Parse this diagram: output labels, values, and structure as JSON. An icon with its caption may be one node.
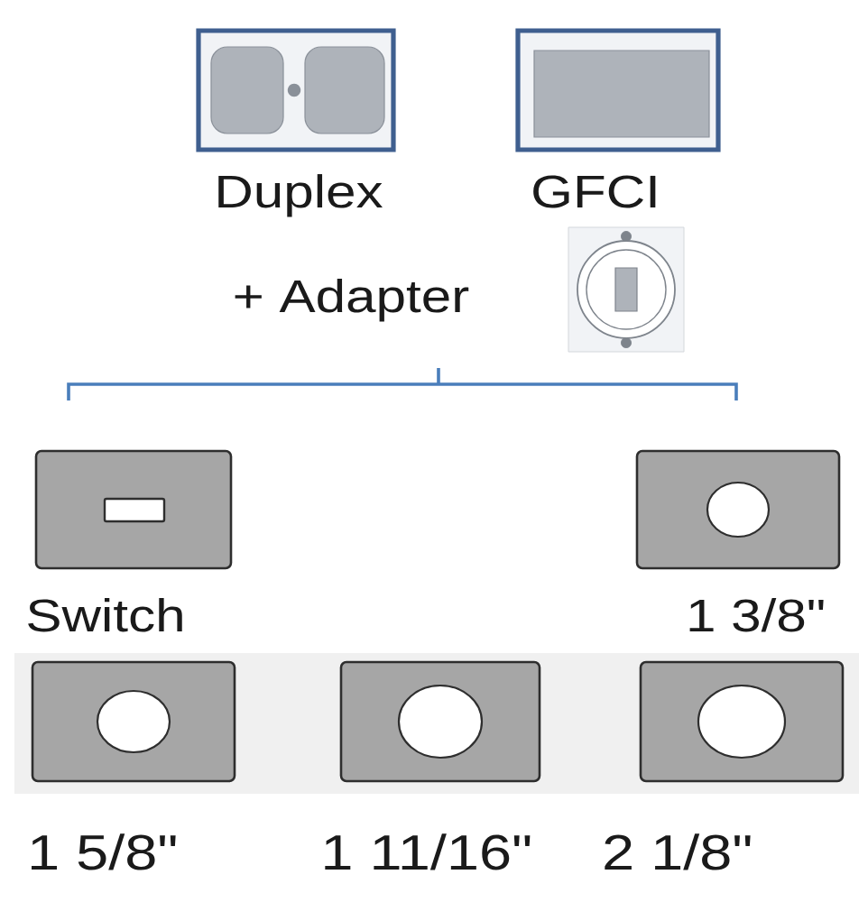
{
  "diagram": {
    "nodes": [
      {
        "text": [
          "Duplex"
        ]
      },
      {
        "text": [
          "GFCI"
        ]
      },
      {
        "text": [
          "+ Adapter"
        ]
      },
      {
        "text": [
          "Switch"
        ]
      },
      {
        "text": [
          "1 3/8\""
        ]
      },
      {
        "text": [
          "1 5/8\""
        ]
      },
      {
        "text": [
          "1 11/16\""
        ]
      },
      {
        "text": [
          "2 1/8\""
        ]
      }
    ]
  }
}
